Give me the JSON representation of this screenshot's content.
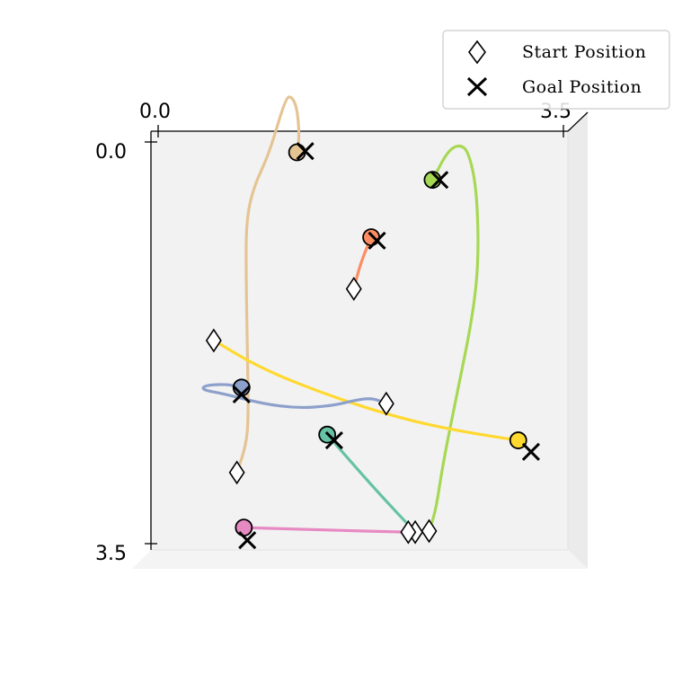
{
  "chart_data": {
    "type": "line",
    "view": "3d-top-down",
    "xlim": [
      0.0,
      3.5
    ],
    "ylim": [
      0.0,
      3.5
    ],
    "x_ticks": [
      "0.0",
      "3.5"
    ],
    "y_ticks": [
      "0.0",
      "3.5"
    ],
    "grid": false,
    "legend": {
      "placement": "top-right",
      "entries": [
        {
          "label": "Start Position",
          "marker": "diamond"
        },
        {
          "label": "Goal Position",
          "marker": "x"
        }
      ]
    },
    "series": [
      {
        "color": "#e5c494",
        "start": [
          0.68,
          2.88
        ],
        "end": [
          1.2,
          0.09
        ],
        "goal": [
          1.27,
          0.08
        ],
        "path": [
          [
            0.68,
            2.88
          ],
          [
            0.76,
            2.64
          ],
          [
            0.78,
            2.4
          ],
          [
            0.77,
            1.8
          ],
          [
            0.76,
            1.2
          ],
          [
            0.76,
            0.7
          ],
          [
            0.82,
            0.4
          ],
          [
            0.96,
            0.1
          ],
          [
            1.1,
            -0.38
          ],
          [
            1.15,
            -0.4
          ],
          [
            1.2,
            -0.3
          ],
          [
            1.22,
            -0.05
          ],
          [
            1.2,
            0.09
          ]
        ]
      },
      {
        "color": "#a6d854",
        "start": [
          2.34,
          3.39
        ],
        "end": [
          2.37,
          0.33
        ],
        "goal": [
          2.43,
          0.33
        ],
        "path": [
          [
            2.34,
            3.39
          ],
          [
            2.4,
            3.2
          ],
          [
            2.46,
            2.8
          ],
          [
            2.58,
            2.2
          ],
          [
            2.72,
            1.5
          ],
          [
            2.77,
            1.0
          ],
          [
            2.75,
            0.4
          ],
          [
            2.68,
            0.08
          ],
          [
            2.6,
            0.02
          ],
          [
            2.5,
            0.08
          ],
          [
            2.37,
            0.33
          ]
        ]
      },
      {
        "color": "#fc8d62",
        "start": [
          1.69,
          1.28
        ],
        "end": [
          1.84,
          0.83
        ],
        "goal": [
          1.89,
          0.86
        ],
        "path": [
          [
            1.69,
            1.28
          ],
          [
            1.75,
            1.05
          ],
          [
            1.84,
            0.83
          ]
        ]
      },
      {
        "color": "#ffd92f",
        "start": [
          0.48,
          1.73
        ],
        "end": [
          3.11,
          2.6
        ],
        "goal": [
          3.22,
          2.7
        ],
        "path": [
          [
            0.48,
            1.73
          ],
          [
            0.9,
            1.98
          ],
          [
            1.5,
            2.22
          ],
          [
            2.1,
            2.41
          ],
          [
            2.6,
            2.52
          ],
          [
            3.11,
            2.6
          ]
        ]
      },
      {
        "color": "#8da0cb",
        "start": [
          1.97,
          2.28
        ],
        "end": [
          0.72,
          2.14
        ],
        "goal": [
          0.72,
          2.2
        ],
        "path": [
          [
            1.97,
            2.28
          ],
          [
            1.85,
            2.23
          ],
          [
            1.7,
            2.25
          ],
          [
            1.5,
            2.3
          ],
          [
            1.2,
            2.32
          ],
          [
            0.9,
            2.28
          ],
          [
            0.55,
            2.19
          ],
          [
            0.38,
            2.16
          ],
          [
            0.4,
            2.12
          ],
          [
            0.6,
            2.11
          ],
          [
            0.72,
            2.14
          ]
        ]
      },
      {
        "color": "#66c2a5",
        "start": [
          2.22,
          3.4
        ],
        "end": [
          1.46,
          2.55
        ],
        "goal": [
          1.52,
          2.6
        ],
        "path": [
          [
            2.22,
            3.4
          ],
          [
            1.85,
            3.0
          ],
          [
            1.46,
            2.55
          ]
        ]
      },
      {
        "color": "#e78ac3",
        "start": [
          2.16,
          3.4
        ],
        "end": [
          0.74,
          3.36
        ],
        "goal": [
          0.77,
          3.47
        ],
        "path": [
          [
            2.16,
            3.4
          ],
          [
            1.4,
            3.38
          ],
          [
            0.74,
            3.36
          ]
        ]
      }
    ]
  }
}
